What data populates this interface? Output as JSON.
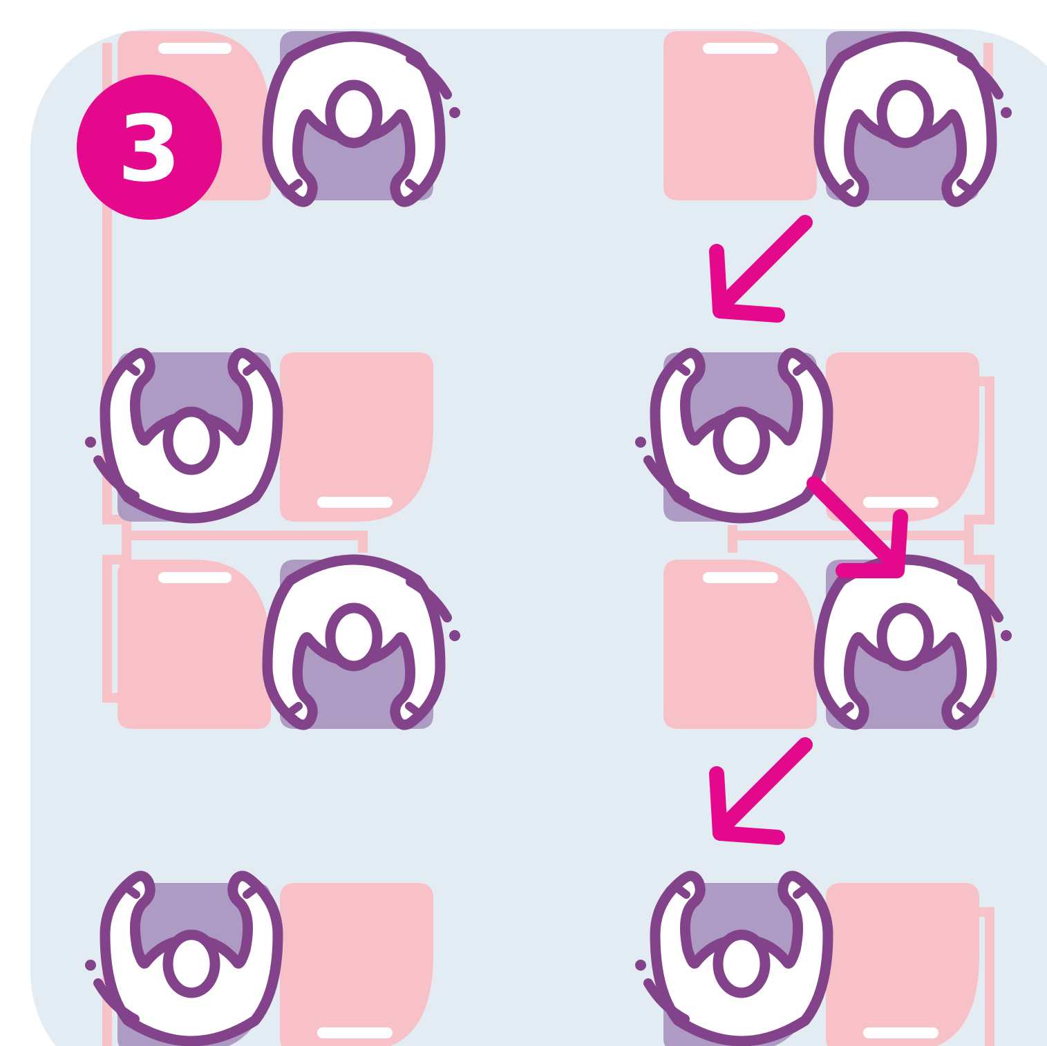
{
  "step_badge": {
    "number": "3"
  },
  "colors": {
    "panel": "#e4ecf3",
    "seat_pink": "#f8c1c8",
    "seat_purple": "#ae9bc4",
    "seat_frame": "#f6c3c8",
    "person_outline": "#83438a",
    "person_fill": "#ffffff",
    "arrow": "#e3088c",
    "badge": "#e3088c"
  },
  "icons": [
    "person-icon",
    "seat-icon",
    "arrow-icon",
    "step-badge-icon"
  ],
  "seating": {
    "columns": [
      {
        "side": "left",
        "occupied_seats": [
          "front-right",
          "middle-left",
          "middle-right",
          "back-left"
        ]
      },
      {
        "side": "right",
        "occupied_seats": [
          "front-right",
          "middle-left",
          "middle-right",
          "back-left"
        ]
      }
    ],
    "arrows": 3
  }
}
